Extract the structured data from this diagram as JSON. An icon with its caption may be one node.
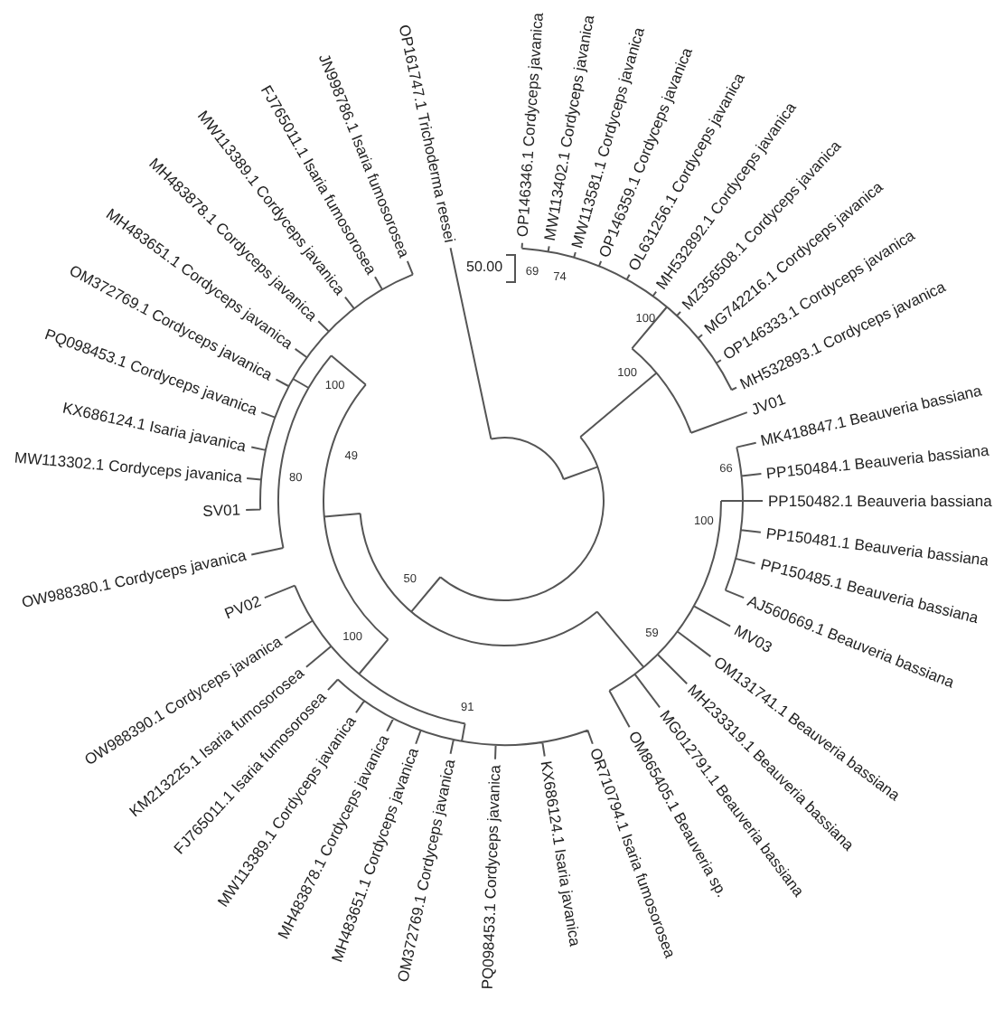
{
  "diagram": {
    "labels": [
      "SV01",
      "MW113302.1 Cordyceps javanica",
      "KX686124.1 Isaria javanica",
      "PQ098453.1 Cordyceps javanica",
      "OM372769.1 Cordyceps javanica",
      "MH483651.1 Cordyceps javanica",
      "MH483878.1 Cordyceps javanica",
      "MW113389.1 Cordyceps javanica",
      "FJ765011.1 Isaria fumosorosea",
      "JN998786.1 Isaria fumosorosea",
      "OP161747.1 Trichoderma reesei",
      "OP146346.1 Cordyceps javanica",
      "MW113402.1 Cordyceps javanica",
      "MW113581.1 Cordyceps javanica",
      "OP146359.1 Cordyceps javanica",
      "OL631256.1 Cordyceps javanica",
      "MH532892.1 Cordyceps javanica",
      "MZ356508.1 Cordyceps javanica",
      "MG742216.1 Cordyceps javanica",
      "OP146333.1 Cordyceps javanica",
      "MH532893.1 Cordyceps javanica",
      "JV01",
      "MK418847.1 Beauveria bassiana",
      "PP150484.1 Beauveria bassiana",
      "PP150482.1 Beauveria bassiana",
      "OW988380.1 Cordyceps javanica",
      "PV02",
      "OW988390.1 Cordyceps javanica",
      "KM213225.1 Isaria fumosorosea",
      "FJ765011.1 Isaria fumosorosea",
      "MW113389.1 Cordyceps javanica",
      "MH483878.1 Cordyceps javanica",
      "MH483651.1 Cordyceps javanica",
      "OM372769.1 Cordyceps javanica",
      "PQ098453.1 Cordyceps javanica",
      "KX686124.1 Isaria javanica",
      "OR710794.1 Isaria fumosorosea",
      "OM865405.1 Beauveria sp.",
      "MG012791.1 Beauveria bassiana",
      "MH233319.1 Beauveria bassiana",
      "OM131741.1 Beauveria bassiana",
      "MV03",
      "AJ560669.1 Beauveria bassiana",
      "PP150485.1 Beauveria bassiana",
      "PP150481.1 Beauveria bassiana",
      "69",
      "74",
      "100",
      "100",
      "66",
      "100",
      "59",
      "50",
      "49",
      "100",
      "91",
      "100",
      "80",
      "50.00"
    ]
  }
}
